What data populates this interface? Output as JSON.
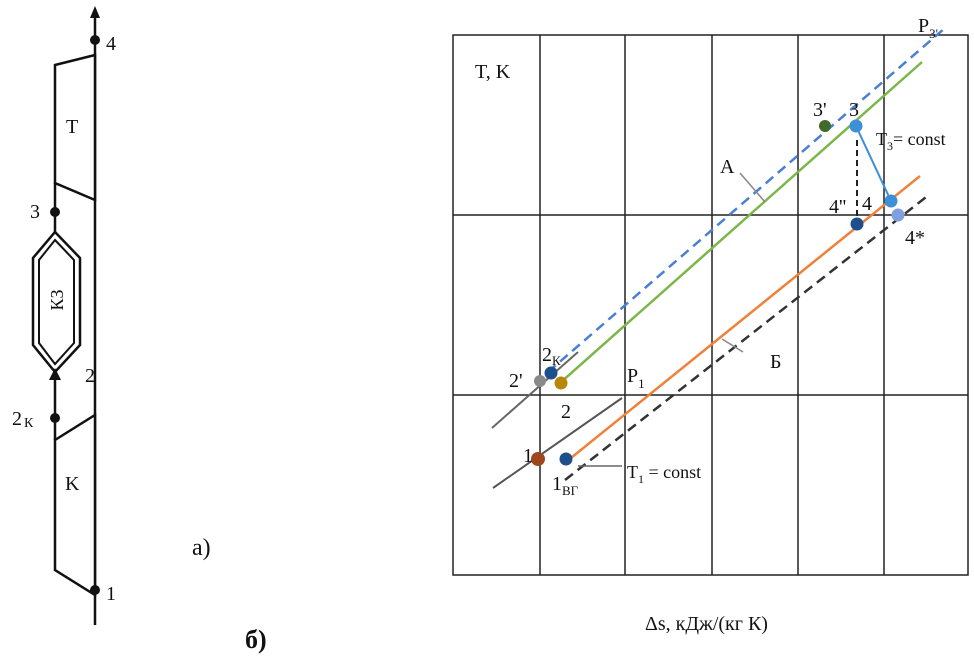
{
  "scheme": {
    "turbine_label": "T",
    "combustor_label": "КЗ",
    "compressor_label": "K",
    "node_4": "4",
    "node_3": "3",
    "node_2": "2",
    "node_2k_main": "2",
    "node_2k_sub": "К",
    "node_1": "1",
    "caption": "a)"
  },
  "diagram": {
    "y_axis_label": "T, K",
    "x_axis_label": "Δs, кДж/(кг К)",
    "caption": "б)",
    "isobar_top_main": "P",
    "isobar_top_sub": "3'",
    "isobar_bottom_main": "P",
    "isobar_bottom_sub": "1",
    "line_a_label": "А",
    "line_b_label": "Б",
    "t3_main": "T",
    "t3_sub": "3",
    "t3_rest": "= const",
    "t1_main": "T",
    "t1_sub": "1",
    "t1_rest": " = const",
    "points": {
      "p3prime": "3'",
      "p3": "3",
      "p4": "4",
      "p4dprime": "4''",
      "p4star": "4*",
      "p2k_main": "2",
      "p2k_sub": "К",
      "p2prime": "2'",
      "p2": "2",
      "p1": "1",
      "p1vg_main": "1",
      "p1vg_sub": "ВГ"
    },
    "colors": {
      "green": "#7ab648",
      "blue_dash": "#4a7fd4",
      "orange": "#f0813a",
      "dark_dash": "#333333",
      "point_blue": "#3d8fd8",
      "point_navy": "#1f4e8c",
      "point_darkgreen": "#3f6a2a",
      "point_gray": "#8a8a8a",
      "point_olive": "#b8860b",
      "point_brown": "#a0461e",
      "point_lightblue": "#7f9fe0"
    }
  }
}
